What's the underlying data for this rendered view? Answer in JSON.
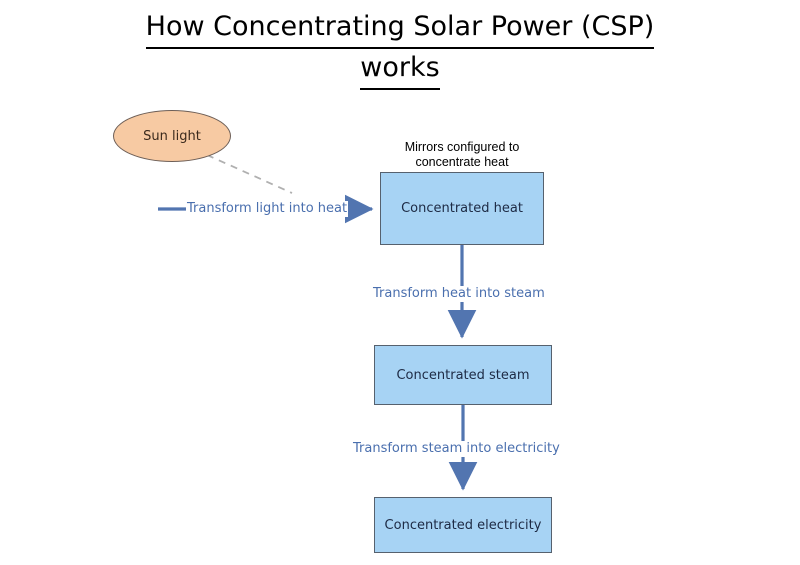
{
  "title": {
    "line1": "How Concentrating Solar Power (CSP)",
    "line2": "works"
  },
  "colors": {
    "background": "#ffffff",
    "sun_fill": "#f7caa3",
    "sun_stroke": "#6e5f57",
    "sun_text": "#3b2a1d",
    "box_fill": "#a7d3f4",
    "box_stroke": "#56616e",
    "box_text": "#1d2a44",
    "arrow": "#5275b0",
    "edge_label_text": "#4a6fae",
    "dashed_line": "#b0b0b0",
    "title_text": "#000000",
    "caption_text": "#000000"
  },
  "diagram": {
    "type": "flowchart",
    "nodes": [
      {
        "id": "sun",
        "label": "Sun light",
        "shape": "ellipse"
      },
      {
        "id": "heat",
        "label": "Concentrated heat",
        "shape": "rectangle"
      },
      {
        "id": "steam",
        "label": "Concentrated steam",
        "shape": "rectangle"
      },
      {
        "id": "electricity",
        "label": "Concentrated electricity",
        "shape": "rectangle"
      }
    ],
    "captions": [
      {
        "id": "mirrors",
        "line1": "Mirrors configured to",
        "line2": "concentrate heat",
        "attached_to": "heat"
      }
    ],
    "edges": [
      {
        "id": "sun-to-heat",
        "from": "sun",
        "to": "heat",
        "label": "Transform light into heat",
        "style": "dashed-then-arrow",
        "direction": "right"
      },
      {
        "id": "heat-to-steam",
        "from": "heat",
        "to": "steam",
        "label": "Transform heat into steam",
        "style": "solid-arrow",
        "direction": "down"
      },
      {
        "id": "steam-to-electricity",
        "from": "steam",
        "to": "electricity",
        "label": "Transform steam into electricity",
        "style": "solid-arrow",
        "direction": "down"
      }
    ]
  }
}
